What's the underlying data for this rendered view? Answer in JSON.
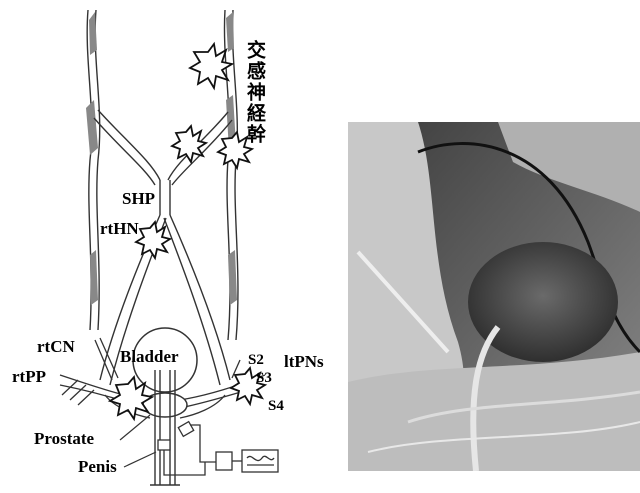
{
  "diagram": {
    "title_vertical": "交感神経幹",
    "labels": {
      "shp": "SHP",
      "rthn": "rtHN",
      "rtcn": "rtCN",
      "rtpp": "rtPP",
      "bladder": "Bladder",
      "s2": "S2",
      "s3": "S3",
      "s4": "S4",
      "ltpns": "ltPNs",
      "prostate": "Prostate",
      "penis": "Penis"
    }
  },
  "photo": {
    "description_tone": "grayscale"
  }
}
